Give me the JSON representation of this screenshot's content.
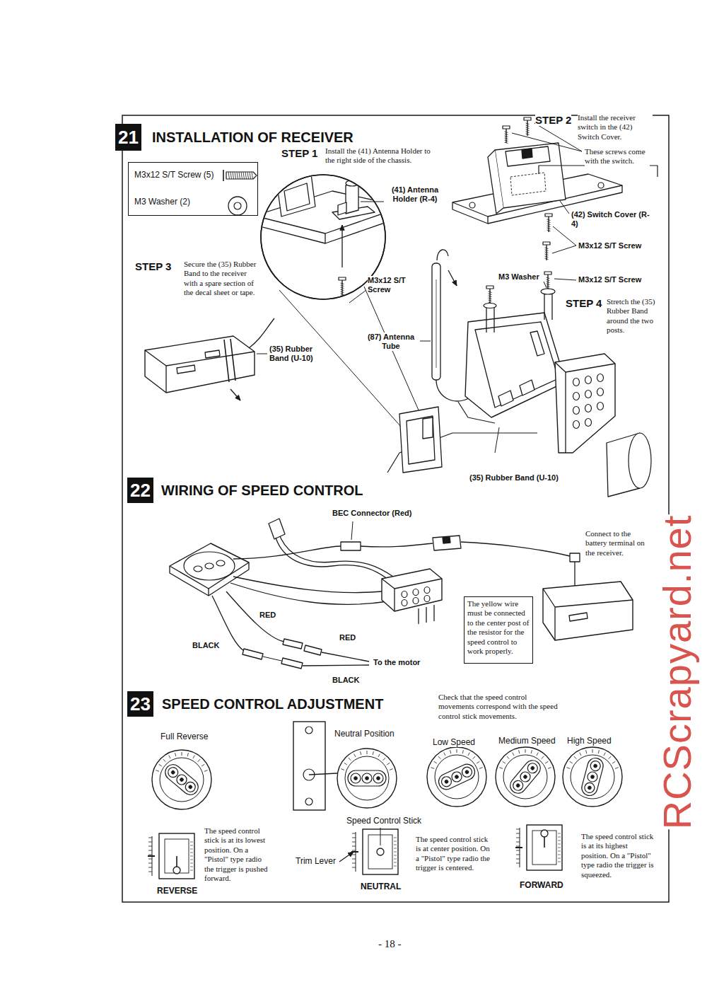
{
  "diagram": {
    "nodes": [
      {
        "text": [
          "21",
          "INSTALLATION OF RECEIVER"
        ]
      },
      {
        "text": [
          "M3x12 S/T Screw (5)",
          "M3 Washer (2)"
        ]
      },
      {
        "text": [
          "22",
          "WIRING OF SPEED CONTROL"
        ]
      },
      {
        "text": [
          "The yellow wire must be connected to the center post of the resistor for the speed control to work properly."
        ]
      },
      {
        "text": [
          "23",
          "SPEED CONTROL ADJUSTMENT"
        ]
      }
    ],
    "labels": [
      "STEP 1",
      "Install the (41) Antenna Holder to the right side of the chassis.",
      "STEP 2",
      "Install the receiver switch in the (42) Switch Cover.",
      "These screws come with the switch.",
      "(41) Antenna Holder (R-4)",
      "(42) Switch Cover (R-4)",
      "M3x12 S/T Screw",
      "STEP 3",
      "Secure the (35) Rubber Band to the receiver with a spare section of the decal sheet or tape.",
      "M3x12 S/T Screw",
      "M3 Washer",
      "M3x12 S/T Screw",
      "STEP 4",
      "Stretch the (35) Rubber Band around the two posts.",
      "(35) Rubber Band (U-10)",
      "(87) Antenna Tube",
      "(35) Rubber Band (U-10)",
      "BEC Connector (Red)",
      "Connect to the battery terminal on the receiver.",
      "RED",
      "RED",
      "BLACK",
      "BLACK",
      "To the motor",
      "Check that the speed control movements correspond with the speed control stick movements.",
      "Full Reverse",
      "Neutral Position",
      "Low Speed",
      "Medium Speed",
      "High Speed",
      "Speed Control Stick",
      "Trim Lever",
      "REVERSE",
      "NEUTRAL",
      "FORWARD",
      "The speed control stick is at its lowest position. On a \"Pistol\" type radio the trigger is pushed forward.",
      "The speed control stick is at center position. On a \"Pistol\" type radio the trigger is centered.",
      "The speed control stick is at its highest position. On a \"Pistol\" type radio the trigger is squeezed.",
      "- 18 -",
      "RCScrapyard.net"
    ]
  }
}
